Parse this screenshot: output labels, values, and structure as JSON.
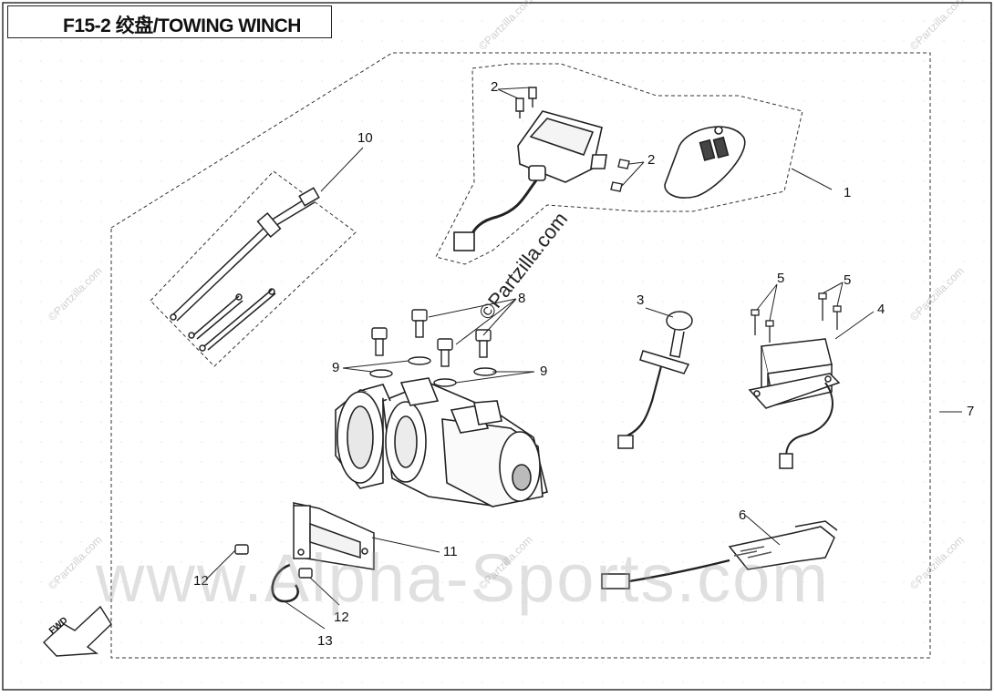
{
  "title": "F15-2 绞盘/TOWING WINCH",
  "watermark": {
    "main": "www.Alpha-Sports.com",
    "small": "©Partzilla.com",
    "mid": "©Partzilla.com"
  },
  "fwd_label": "FWD",
  "callouts": [
    {
      "id": "c1",
      "label": "1"
    },
    {
      "id": "c2a",
      "label": "2"
    },
    {
      "id": "c2b",
      "label": "2"
    },
    {
      "id": "c3",
      "label": "3"
    },
    {
      "id": "c4",
      "label": "4"
    },
    {
      "id": "c5a",
      "label": "5"
    },
    {
      "id": "c5b",
      "label": "5"
    },
    {
      "id": "c6",
      "label": "6"
    },
    {
      "id": "c7",
      "label": "7"
    },
    {
      "id": "c8",
      "label": "8"
    },
    {
      "id": "c9a",
      "label": "9"
    },
    {
      "id": "c9b",
      "label": "9"
    },
    {
      "id": "c10",
      "label": "10"
    },
    {
      "id": "c11",
      "label": "11"
    },
    {
      "id": "c12a",
      "label": "12"
    },
    {
      "id": "c12b",
      "label": "12"
    },
    {
      "id": "c13",
      "label": "13"
    }
  ]
}
